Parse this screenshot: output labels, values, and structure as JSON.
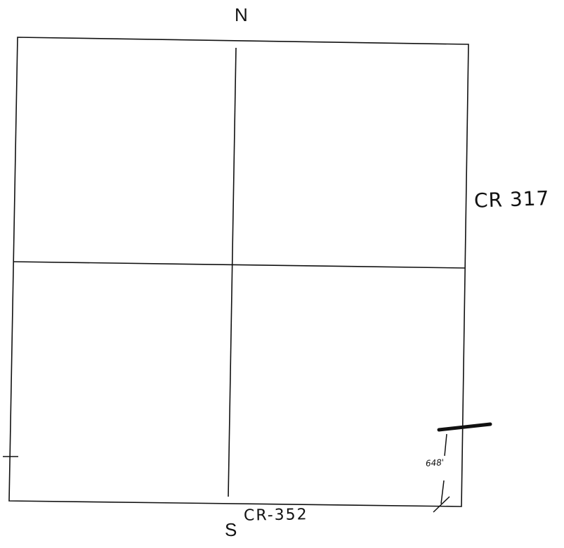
{
  "map": {
    "north_label": "N",
    "south_label": "S",
    "east_road_label": "CR 317",
    "south_road_label": "CR-352",
    "distance_label": "648'"
  },
  "colors": {
    "ink": "#111111",
    "background": "#ffffff"
  }
}
